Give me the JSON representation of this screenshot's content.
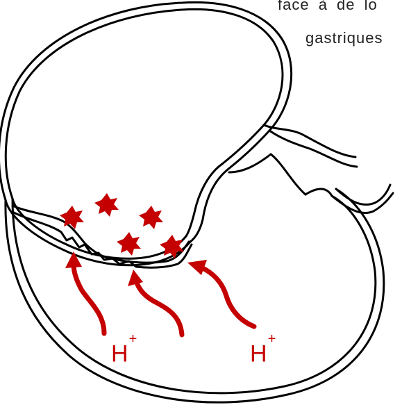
{
  "caption": {
    "line1": "face à de lo",
    "line2": "gastriques"
  },
  "ions": {
    "left": {
      "symbol": "H",
      "charge": "+"
    },
    "right": {
      "symbol": "H",
      "charge": "+"
    }
  },
  "colors": {
    "outline": "#000000",
    "acid": "#c40000",
    "background": "#ffffff"
  },
  "icons": {
    "lesion": "star-burst-icon",
    "acid_flow": "curved-arrow-icon"
  }
}
